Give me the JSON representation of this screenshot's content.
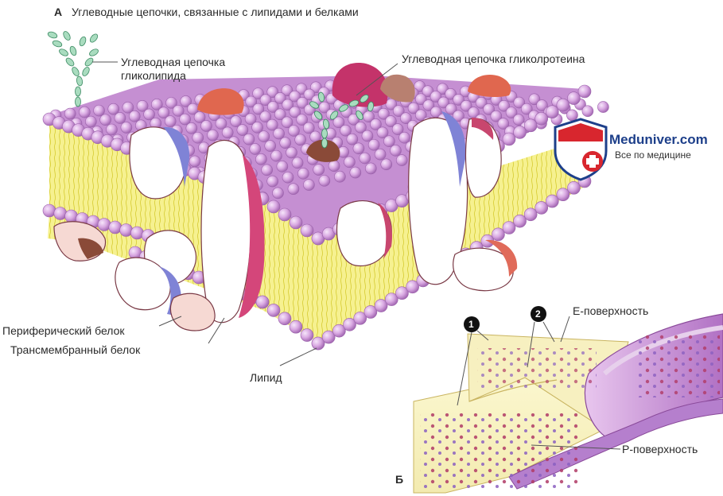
{
  "panel_a": {
    "letter": "А",
    "title": "Углеводные цепочки, связанные с липидами и белками"
  },
  "labels": {
    "glycolipid_line1": "Углеводная цепочка",
    "glycolipid_line2": "гликолипида",
    "glycoprotein": "Углеводная цепочка гликолротеина",
    "peripheral_protein": "Периферический белок",
    "transmembrane_protein": "Трансмембранный белок",
    "lipid": "Липид"
  },
  "panel_b": {
    "letter": "Б",
    "e_surface": "Е-поверхность",
    "p_surface": "Р-поверхность",
    "marker_1": "1",
    "marker_2": "2"
  },
  "watermark": {
    "name": "Meduniver.com",
    "tagline": "Все по медицине"
  },
  "colors": {
    "lipid_head": "#d6a6e0",
    "lipid_tail": "#f4ef7a",
    "protein_pink": "#c8466e",
    "protein_blue": "#7a7ed0",
    "protein_brown": "#8a4a38",
    "carbohydrate": "#9fd3b4",
    "logo_red": "#d8262e",
    "logo_blue": "#1d3f8a"
  }
}
